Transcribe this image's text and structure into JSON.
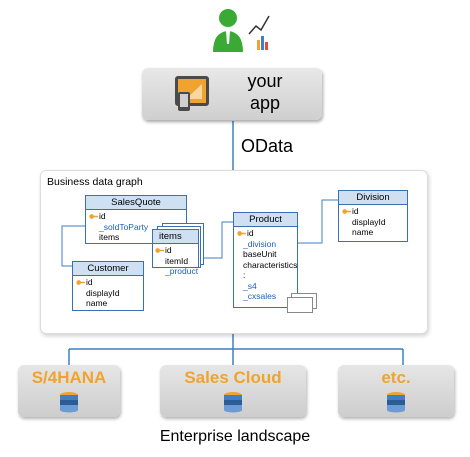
{
  "app_box": {
    "line1": "your",
    "line2": "app"
  },
  "connector": {
    "label": "OData"
  },
  "graph": {
    "title": "Business data graph",
    "entities": {
      "sales_quote": {
        "name": "SalesQuote",
        "fields": [
          "id",
          "_soldToParty",
          "items"
        ]
      },
      "items": {
        "name": "items",
        "fields": [
          "id",
          "itemId",
          "_product"
        ]
      },
      "customer": {
        "name": "Customer",
        "fields": [
          "id",
          "displayId",
          "name"
        ]
      },
      "product": {
        "name": "Product",
        "fields": [
          "id",
          "_division",
          "baseUnit",
          "characteristics",
          ":",
          "_s4",
          "_cxsales"
        ]
      },
      "division": {
        "name": "Division",
        "fields": [
          "id",
          "displayId",
          "name"
        ]
      }
    }
  },
  "landscape": {
    "systems": [
      {
        "name": "S/4HANA"
      },
      {
        "name": "Sales Cloud"
      },
      {
        "name": "etc."
      }
    ],
    "label": "Enterprise landscape"
  },
  "colors": {
    "accent_orange": "#f0a32f",
    "user_green": "#3aaa35",
    "entity_header": "#cfe0f3",
    "entity_border": "#3a6fb0",
    "link_blue": "#1e5fb8",
    "connector_blue": "#3f7fc4"
  }
}
